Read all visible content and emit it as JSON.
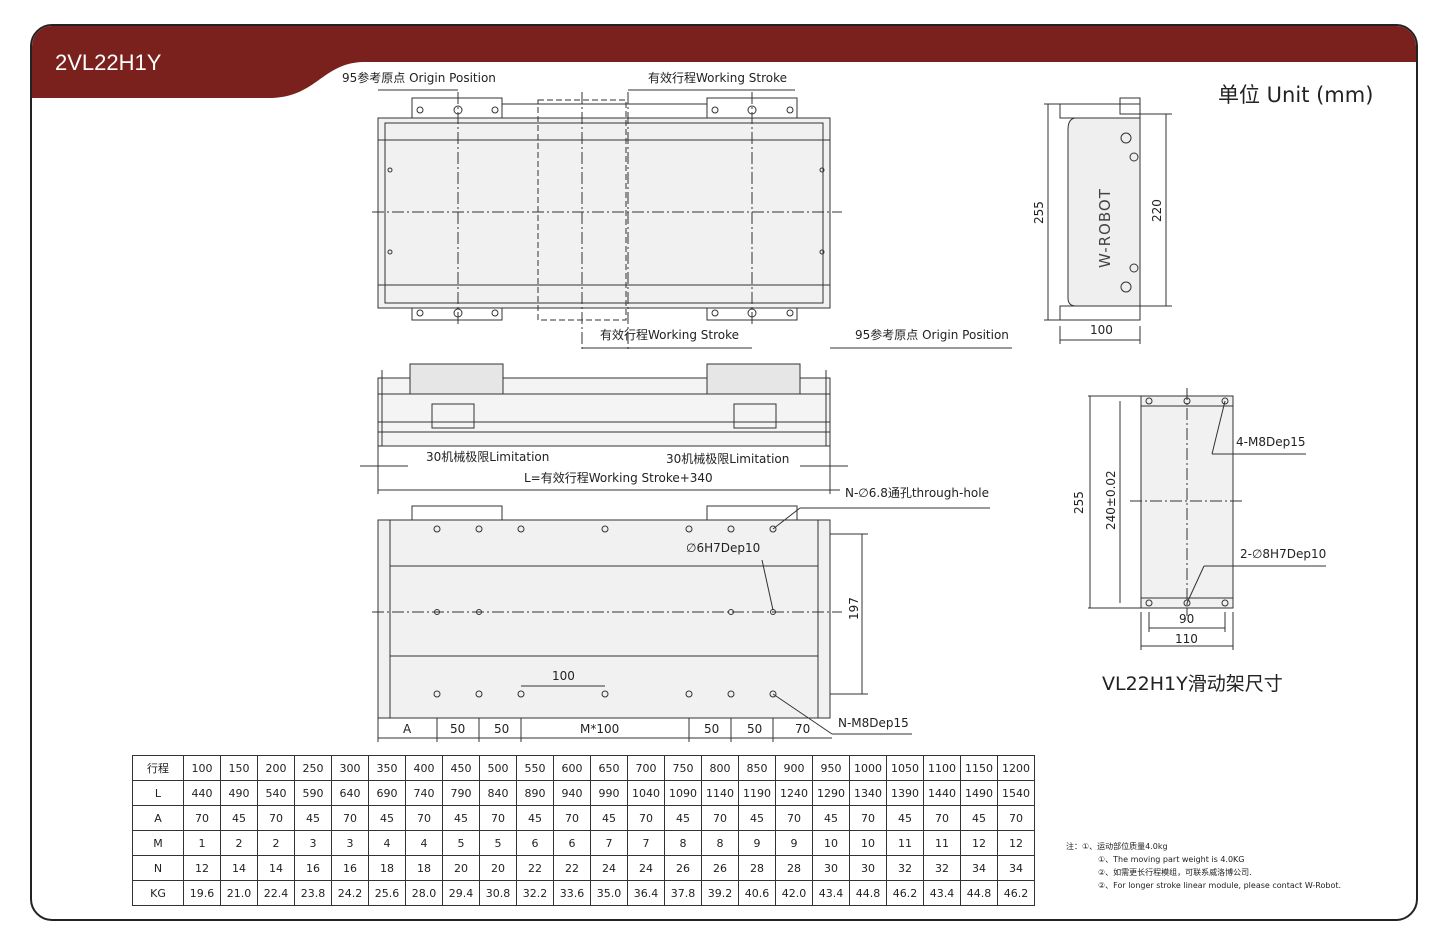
{
  "header": {
    "model_code": "2VL22H1Y",
    "unit_label": "单位 Unit (mm)",
    "brand_color": "#7a211d"
  },
  "top_view": {
    "origin_label_top": "95参考原点 Origin Position",
    "stroke_label_top": "有效行程Working Stroke",
    "stroke_label_bottom": "有效行程Working Stroke",
    "origin_label_bottom": "95参考原点 Origin Position"
  },
  "end_view": {
    "height_outer": "255",
    "height_inner": "220",
    "width": "100",
    "logo_text": "W-ROBOT"
  },
  "side_view": {
    "limit_left": "30机械极限Limitation",
    "limit_right": "30机械极限Limitation",
    "length_formula": "L=有效行程Working Stroke+340"
  },
  "bottom_view": {
    "through_hole": "N-∅6.8通孔through-hole",
    "pin_hole": "∅6H7Dep10",
    "height_dim": "197",
    "pitch_dim": "100",
    "tap_label": "N-M8Dep15",
    "dims": [
      "A",
      "50",
      "50",
      "M*100",
      "50",
      "50",
      "70"
    ]
  },
  "carriage": {
    "tap_label": "4-M8Dep15",
    "pin_label": "2-∅8H7Dep10",
    "height_outer": "255",
    "height_inner": "240±0.02",
    "width_inner": "90",
    "width_outer": "110",
    "caption": "VL22H1Y滑动架尺寸"
  },
  "table": {
    "rows": [
      {
        "label": "行程",
        "values": [
          "100",
          "150",
          "200",
          "250",
          "300",
          "350",
          "400",
          "450",
          "500",
          "550",
          "600",
          "650",
          "700",
          "750",
          "800",
          "850",
          "900",
          "950",
          "1000",
          "1050",
          "1100",
          "1150",
          "1200"
        ]
      },
      {
        "label": "L",
        "values": [
          "440",
          "490",
          "540",
          "590",
          "640",
          "690",
          "740",
          "790",
          "840",
          "890",
          "940",
          "990",
          "1040",
          "1090",
          "1140",
          "1190",
          "1240",
          "1290",
          "1340",
          "1390",
          "1440",
          "1490",
          "1540"
        ]
      },
      {
        "label": "A",
        "values": [
          "70",
          "45",
          "70",
          "45",
          "70",
          "45",
          "70",
          "45",
          "70",
          "45",
          "70",
          "45",
          "70",
          "45",
          "70",
          "45",
          "70",
          "45",
          "70",
          "45",
          "70",
          "45",
          "70"
        ]
      },
      {
        "label": "M",
        "values": [
          "1",
          "2",
          "2",
          "3",
          "3",
          "4",
          "4",
          "5",
          "5",
          "6",
          "6",
          "7",
          "7",
          "8",
          "8",
          "9",
          "9",
          "10",
          "10",
          "11",
          "11",
          "12",
          "12"
        ]
      },
      {
        "label": "N",
        "values": [
          "12",
          "14",
          "14",
          "16",
          "16",
          "18",
          "18",
          "20",
          "20",
          "22",
          "22",
          "24",
          "24",
          "26",
          "26",
          "28",
          "28",
          "30",
          "30",
          "32",
          "32",
          "34",
          "34"
        ]
      },
      {
        "label": "KG",
        "values": [
          "19.6",
          "21.0",
          "22.4",
          "23.8",
          "24.2",
          "25.6",
          "28.0",
          "29.4",
          "30.8",
          "32.2",
          "33.6",
          "35.0",
          "36.4",
          "37.8",
          "39.2",
          "40.6",
          "42.0",
          "43.4",
          "44.8",
          "46.2",
          "43.4",
          "44.8",
          "46.2"
        ]
      }
    ]
  },
  "notes": {
    "prefix": "注：",
    "lines": [
      "①、运动部位质量4.0kg",
      "①、The moving part weight is 4.0KG",
      "②、如需更长行程模组，可联系威洛博公司.",
      "②、For longer stroke linear module, please contact W-Robot."
    ]
  }
}
